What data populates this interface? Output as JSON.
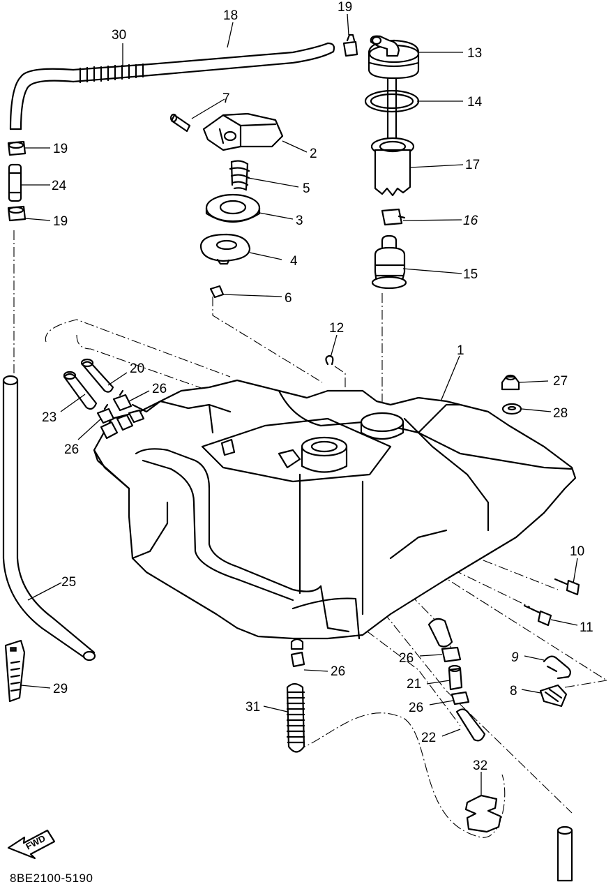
{
  "diagram": {
    "catalog_code": "8BE2100-5190",
    "fwd_arrow_label": "FWD",
    "callouts": {
      "p1": "1",
      "p2": "2",
      "p3": "3",
      "p4": "4",
      "p5": "5",
      "p6": "6",
      "p7": "7",
      "p8": "8",
      "p9": "9",
      "p10": "10",
      "p11": "11",
      "p12": "12",
      "p13": "13",
      "p14": "14",
      "p15": "15",
      "p16": "16",
      "p17": "17",
      "p18": "18",
      "p19a": "19",
      "p19b": "19",
      "p19c": "19",
      "p20": "20",
      "p21": "21",
      "p22": "22",
      "p23": "23",
      "p24": "24",
      "p25": "25",
      "p26a": "26",
      "p26b": "26",
      "p26c": "26",
      "p26d": "26",
      "p26e": "26",
      "p27": "27",
      "p28": "28",
      "p29": "29",
      "p30": "30",
      "p31": "31",
      "p32": "32"
    }
  }
}
